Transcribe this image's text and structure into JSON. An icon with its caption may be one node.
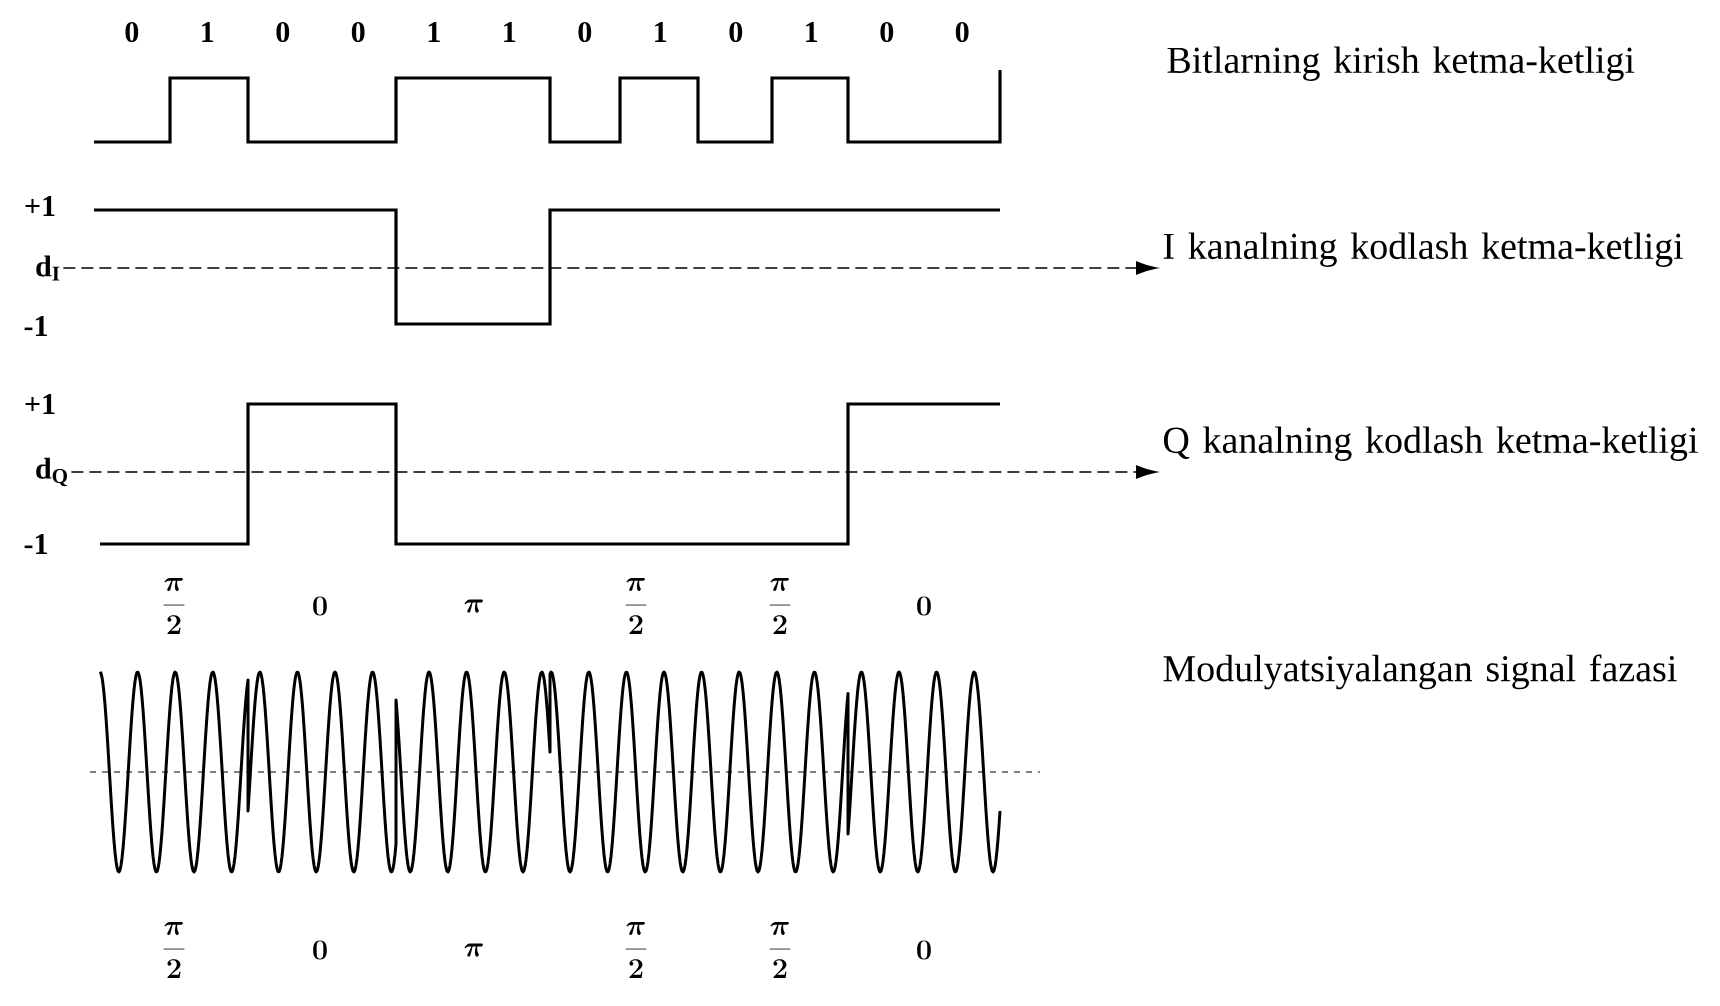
{
  "diagram": {
    "nodes": [
      {
        "text": [
          "Bitlarning kirish ketma-ketligi"
        ]
      },
      {
        "text": [
          "d$_{I}$"
        ]
      },
      {
        "text": [
          "I kanalning kodlash ketma-ketligi"
        ]
      },
      {
        "text": [
          "d$_{Q}$"
        ]
      },
      {
        "text": [
          "Q kanalning kodlash ketma-ketligi"
        ]
      },
      {
        "text": [
          "Modulyatsiyalangan signal fazasi"
        ]
      }
    ],
    "edges": [
      {
        "from": 1,
        "to": 2,
        "arrow": "to",
        "style": "dashed"
      },
      {
        "from": 3,
        "to": 4,
        "arrow": "to",
        "style": "dashed"
      }
    ],
    "labels": [
      "0",
      "1",
      "0",
      "0",
      "1",
      "1",
      "0",
      "1",
      "0",
      "1",
      "0",
      "0",
      "+1",
      "-1",
      "+1",
      "-1",
      "\\frac{\\pi}{2}",
      "0",
      "\\pi",
      "\\frac{\\pi}{2}",
      "\\frac{\\pi}{2}",
      "0",
      "\\frac{\\pi}{2}",
      "0",
      "\\pi",
      "\\frac{\\pi}{2}",
      "\\frac{\\pi}{2}",
      "0"
    ]
  }
}
